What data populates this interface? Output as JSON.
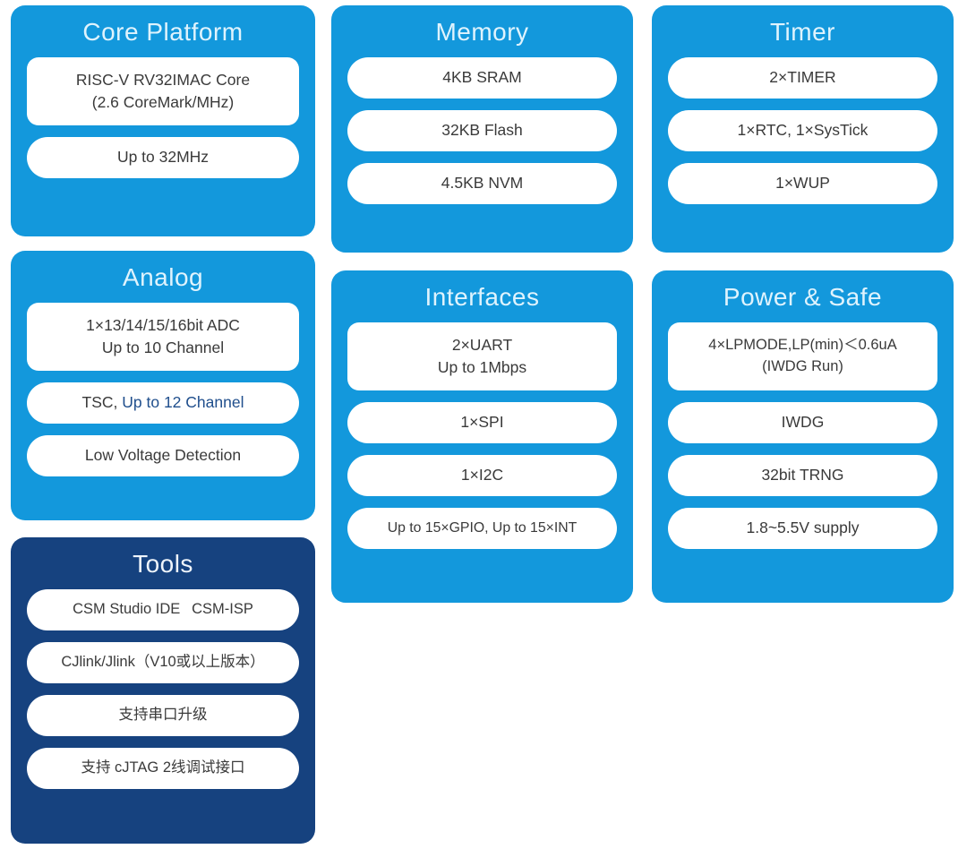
{
  "colors": {
    "panel_blue": "#1398dc",
    "panel_navy": "#16427f",
    "title_text": "#dff3fd",
    "pill_background": "#ffffff",
    "pill_text": "#3a3a3a",
    "accent_text": "#1f4e8c",
    "page_background": "#ffffff"
  },
  "panels": {
    "core_platform": {
      "title": "Core Platform",
      "items": [
        {
          "line1": "RISC-V RV32IMAC Core",
          "line2": "(2.6 CoreMark/MHz)"
        },
        {
          "line1": "Up to 32MHz"
        }
      ]
    },
    "analog": {
      "title": "Analog",
      "items": [
        {
          "line1": "1×13/14/15/16bit ADC",
          "line2": "Up to 10 Channel"
        },
        {
          "line1": "TSC, ",
          "accent": "Up to 12 Channel"
        },
        {
          "line1": "Low Voltage Detection"
        }
      ]
    },
    "tools": {
      "title": "Tools",
      "items": [
        {
          "line1": "CSM Studio IDE  CSM-ISP"
        },
        {
          "line1": "CJlink/Jlink（V10或以上版本）"
        },
        {
          "line1": "支持串口升级"
        },
        {
          "line1": "支持 cJTAG 2线调试接口"
        }
      ]
    },
    "memory": {
      "title": "Memory",
      "items": [
        {
          "line1": "4KB SRAM"
        },
        {
          "line1": "32KB Flash"
        },
        {
          "line1": "4.5KB NVM"
        }
      ]
    },
    "interfaces": {
      "title": "Interfaces",
      "items": [
        {
          "line1": "2×UART",
          "line2": "Up to 1Mbps"
        },
        {
          "line1": "1×SPI"
        },
        {
          "line1": "1×I2C"
        },
        {
          "line1": "Up to 15×GPIO, Up to 15×INT"
        }
      ]
    },
    "timer": {
      "title": "Timer",
      "items": [
        {
          "line1": "2×TIMER"
        },
        {
          "line1": "1×RTC, 1×SysTick"
        },
        {
          "line1": "1×WUP"
        }
      ]
    },
    "power_safe": {
      "title": "Power & Safe",
      "items": [
        {
          "line1": "4×LPMODE,LP(min)＜0.6uA",
          "line2": "(IWDG Run)"
        },
        {
          "line1": "IWDG"
        },
        {
          "line1": "32bit TRNG"
        },
        {
          "line1": "1.8~5.5V supply"
        }
      ]
    }
  }
}
